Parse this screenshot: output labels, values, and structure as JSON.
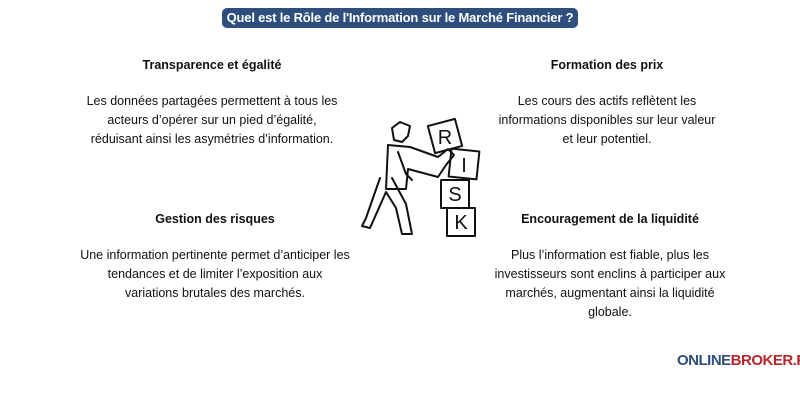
{
  "title": "Quel est le Rôle de l'Information sur le Marché Financier ?",
  "sections": [
    {
      "heading": "Transparence et égalité",
      "text": "Les données partagées permettent à tous les acteurs d’opérer sur un pied d’égalité, réduisant ainsi les asymétries d’information."
    },
    {
      "heading": "Formation des prix",
      "text": "Les cours des actifs reflètent les informations disponibles sur leur valeur et leur potentiel."
    },
    {
      "heading": "Gestion des risques",
      "text": "Une information pertinente permet d’anticiper les tendances et de limiter l’exposition aux variations brutales des marchés."
    },
    {
      "heading": "Encouragement de la liquidité",
      "text": "Plus l’information est fiable, plus les investisseurs sont enclins à participer aux marchés, augmentant ainsi la liquidité globale."
    }
  ],
  "illustration": {
    "letters": [
      "R",
      "I",
      "S",
      "K"
    ]
  },
  "logo": {
    "part1": "ONLINE",
    "part2": "BROKER.FR"
  },
  "colors": {
    "accent": "#2e4f7d",
    "brand_red": "#b5262b"
  }
}
